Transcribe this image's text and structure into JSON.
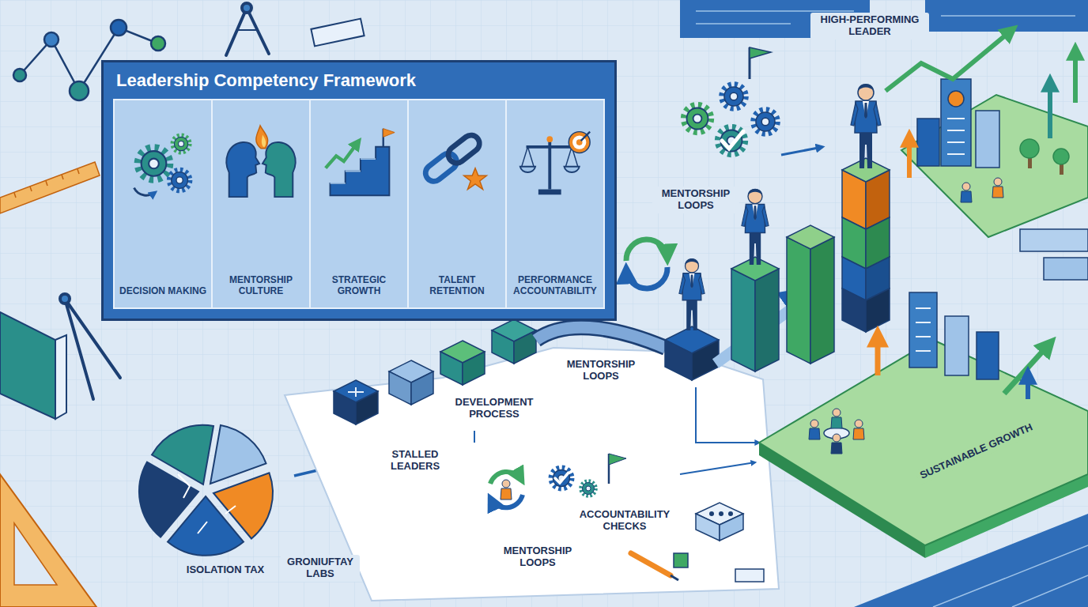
{
  "diagram": {
    "nodes": [
      {
        "text": [
          "Leadership Competency Framework"
        ]
      },
      {
        "text": [
          "DECISION MAKING"
        ],
        "in": 0
      },
      {
        "text": [
          "MENTORSHIP CULTURE"
        ],
        "in": 0
      },
      {
        "text": [
          "STRATEGIC GROWTH"
        ],
        "in": 0
      },
      {
        "text": [
          "TALENT RETENTION"
        ],
        "in": 0
      },
      {
        "text": [
          "PERFORMANCE ACCOUNTABILITY"
        ],
        "in": 0
      }
    ],
    "labels": [
      "HIGH-PERFORMING LEADER",
      "MENTORSHIP LOOPS",
      "MENTORSHIP LOOPS",
      "DEVELOPMENT PROCESS",
      "STALLED LEADERS",
      "ACCOUNTABILITY CHECKS",
      "MENTORSHIP LOOPS",
      "SUSTAINABLE GROWTH",
      "ISOLATION TAX",
      "GRONIUFTAY LABS"
    ]
  }
}
